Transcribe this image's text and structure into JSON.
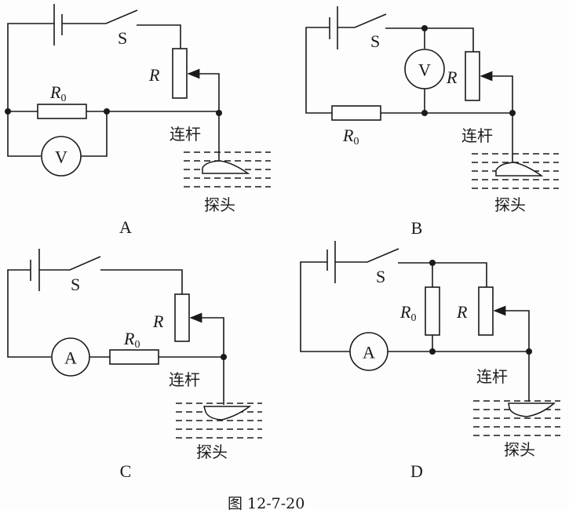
{
  "figure": {
    "caption": "图 12-7-20",
    "labels": {
      "switch": "S",
      "rheostat": "R",
      "fixed_resistor": "R",
      "fixed_resistor_sub": "0",
      "voltmeter": "V",
      "ammeter": "A",
      "rod": "连杆",
      "probe": "探头"
    },
    "circuits": [
      {
        "id": "A",
        "caption": "A",
        "meter": "voltmeter",
        "description": "R0 in series with R; voltmeter across R0"
      },
      {
        "id": "B",
        "caption": "B",
        "meter": "voltmeter",
        "description": "R0 in series with R; voltmeter across R"
      },
      {
        "id": "C",
        "caption": "C",
        "meter": "ammeter",
        "description": "Ammeter, R0 and R in series"
      },
      {
        "id": "D",
        "caption": "D",
        "meter": "ammeter",
        "description": "R0 in parallel with R; ammeter in main line"
      }
    ]
  }
}
